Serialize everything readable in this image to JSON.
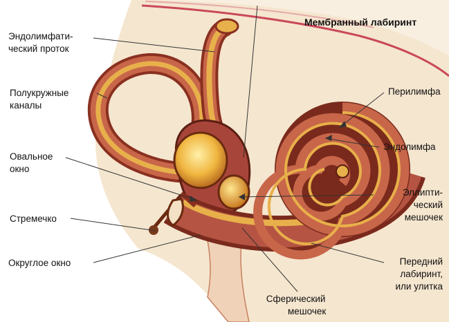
{
  "title": "Мембранный лабиринт",
  "labels": {
    "endolymphatic_duct": [
      "Эндолимфати-",
      "ческий проток"
    ],
    "semicircular_canals": [
      "Полукружные",
      "каналы"
    ],
    "oval_window": [
      "Овальное",
      "окно"
    ],
    "stapes": [
      "Стремечко"
    ],
    "round_window": [
      "Округлое окно"
    ],
    "perilymph": [
      "Перилимфа"
    ],
    "endolymph": [
      "Эндолимфа"
    ],
    "utricle": [
      "Эллипти-",
      "ческий",
      "мешочек"
    ],
    "cochlea": [
      "Передний",
      "лабиринт,",
      "или улитка"
    ],
    "saccule": [
      "Сферический",
      "мешочек"
    ]
  },
  "colors": {
    "bony_tissue": "#f4e4cc",
    "skin_line": "#c9485a",
    "perilymph_fill": "#a8453a",
    "membrane_fill": "#e8b04a",
    "membrane_dark": "#5a1e12"
  }
}
